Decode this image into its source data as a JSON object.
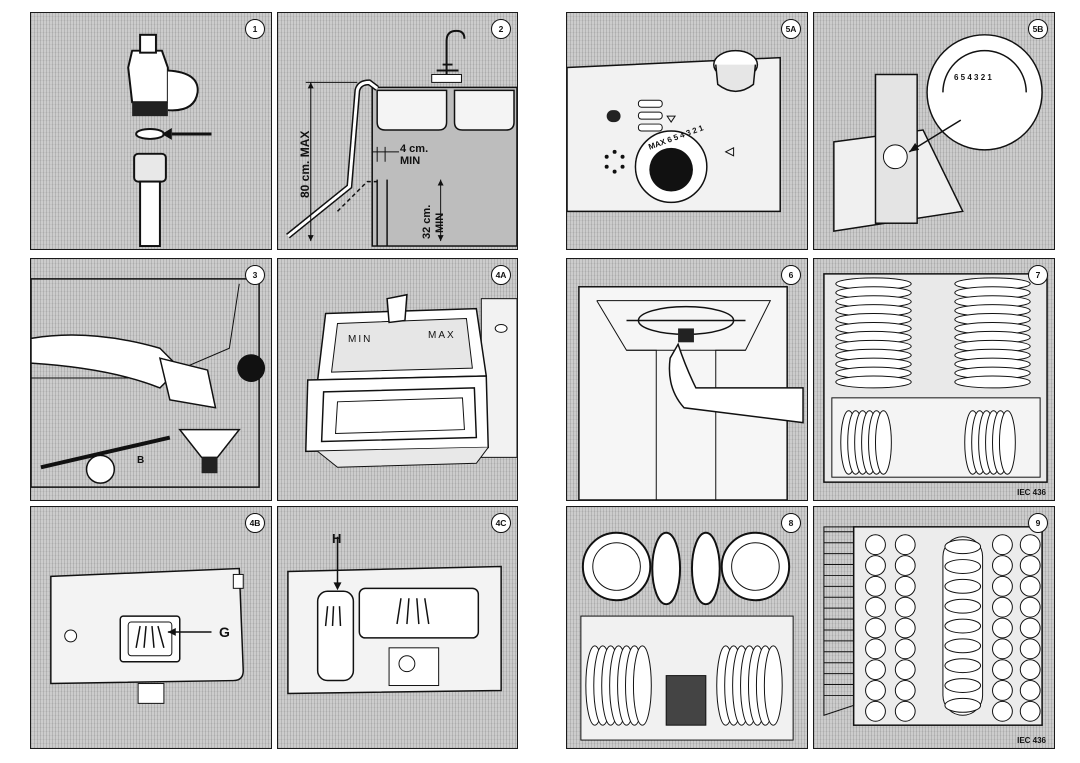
{
  "panels": [
    {
      "id": "1",
      "badge": "1"
    },
    {
      "id": "2",
      "badge": "2",
      "label_height": "80 cm. MAX",
      "label_gap_value": "4 cm.",
      "label_gap_unit": "MIN",
      "label_low_value": "32 cm.",
      "label_low_unit": "MIN"
    },
    {
      "id": "5A",
      "badge": "5A",
      "dial_text": "MAX 6 5 4 3 2 1"
    },
    {
      "id": "5B",
      "badge": "5B",
      "dial_text": "6 5 4 3 2 1"
    },
    {
      "id": "3",
      "badge": "3",
      "label": "B"
    },
    {
      "id": "4A",
      "badge": "4A",
      "label_max": "MAX",
      "label_min": "MIN"
    },
    {
      "id": "6",
      "badge": "6"
    },
    {
      "id": "7",
      "badge": "7",
      "footer": "IEC 436"
    },
    {
      "id": "4B",
      "badge": "4B",
      "label": "G"
    },
    {
      "id": "4C",
      "badge": "4C",
      "label": "H"
    },
    {
      "id": "8",
      "badge": "8"
    },
    {
      "id": "9",
      "badge": "9",
      "footer": "IEC 436"
    }
  ]
}
